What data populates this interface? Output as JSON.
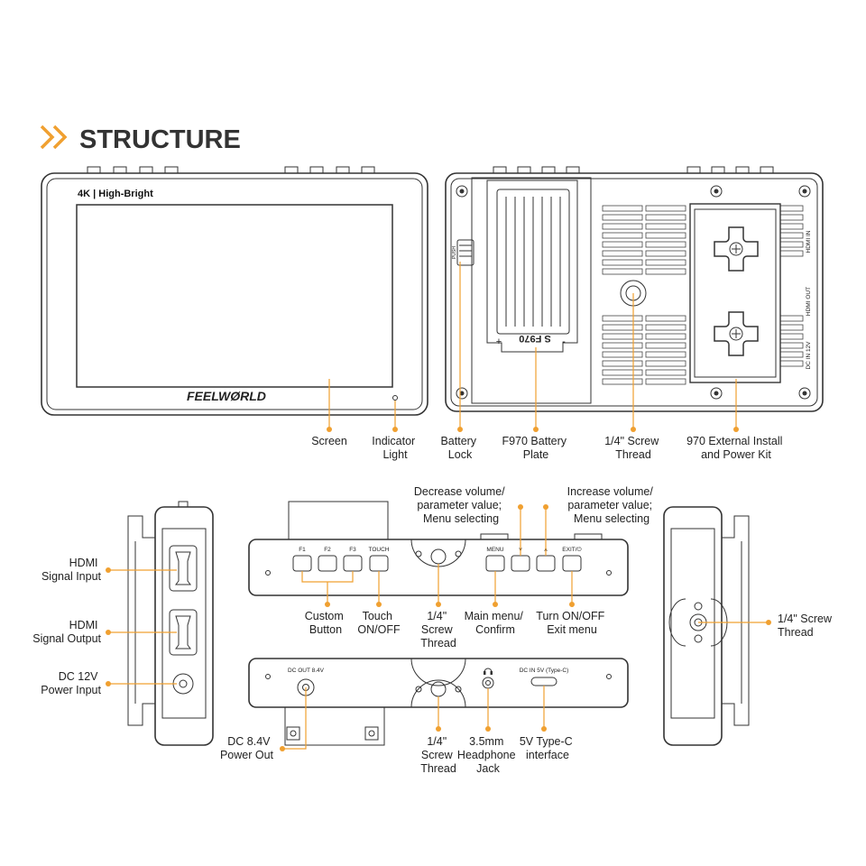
{
  "header": {
    "title": "STRUCTURE",
    "chevron_icon": "double-chevron-right-icon",
    "accent": "#f0a030"
  },
  "front": {
    "badge": "4K | High-Bright",
    "brand": "FEELWØRLD"
  },
  "back": {
    "plate_text": "S F970",
    "plus": "+",
    "minus": "-",
    "push": "PUSH",
    "port_hdmi_in": "HDMI IN",
    "port_hdmi_out": "HDMI OUT",
    "port_dc": "DC IN 12V"
  },
  "top_side": {
    "btn_f1": "F1",
    "btn_f2": "F2",
    "btn_f3": "F3",
    "btn_touch": "TOUCH",
    "btn_menu": "MENU",
    "btn_down": "∨",
    "btn_up": "∧",
    "btn_exit": "EXIT/⏻"
  },
  "bottom_side": {
    "dc_out": "DC OUT 8.4V",
    "dc_in": "DC IN 5V (Type-C)",
    "headphone_icon": "headphone-icon"
  },
  "labels": {
    "screen": [
      "Screen"
    ],
    "indicator": [
      "Indicator",
      "Light"
    ],
    "battery_lock": [
      "Battery",
      "Lock"
    ],
    "f970_plate": [
      "F970 Battery",
      "Plate"
    ],
    "screw_back": [
      "1/4\" Screw",
      "Thread"
    ],
    "kit_970": [
      "970 External Install",
      "and Power Kit"
    ],
    "decrease": [
      "Decrease volume/",
      "parameter value;",
      "Menu selecting"
    ],
    "increase": [
      "Increase volume/",
      "parameter value;",
      "Menu selecting"
    ],
    "hdmi_in": [
      "HDMI",
      "Signal Input"
    ],
    "hdmi_out": [
      "HDMI",
      "Signal Output"
    ],
    "dc12": [
      "DC 12V",
      "Power Input"
    ],
    "custom": [
      "Custom",
      "Button"
    ],
    "touch": [
      "Touch",
      "ON/OFF"
    ],
    "screw_top": [
      "1/4\"",
      "Screw",
      "Thread"
    ],
    "main_menu": [
      "Main menu/",
      "Confirm"
    ],
    "turn_on": [
      "Turn ON/OFF",
      "Exit menu"
    ],
    "screw_right": [
      "1/4\" Screw",
      "Thread"
    ],
    "dc84": [
      "DC 8.4V",
      "Power Out"
    ],
    "screw_bottom": [
      "1/4\"",
      "Screw",
      "Thread"
    ],
    "headphone": [
      "3.5mm",
      "Headphone",
      "Jack"
    ],
    "typec": [
      "5V Type-C",
      "interface"
    ]
  }
}
